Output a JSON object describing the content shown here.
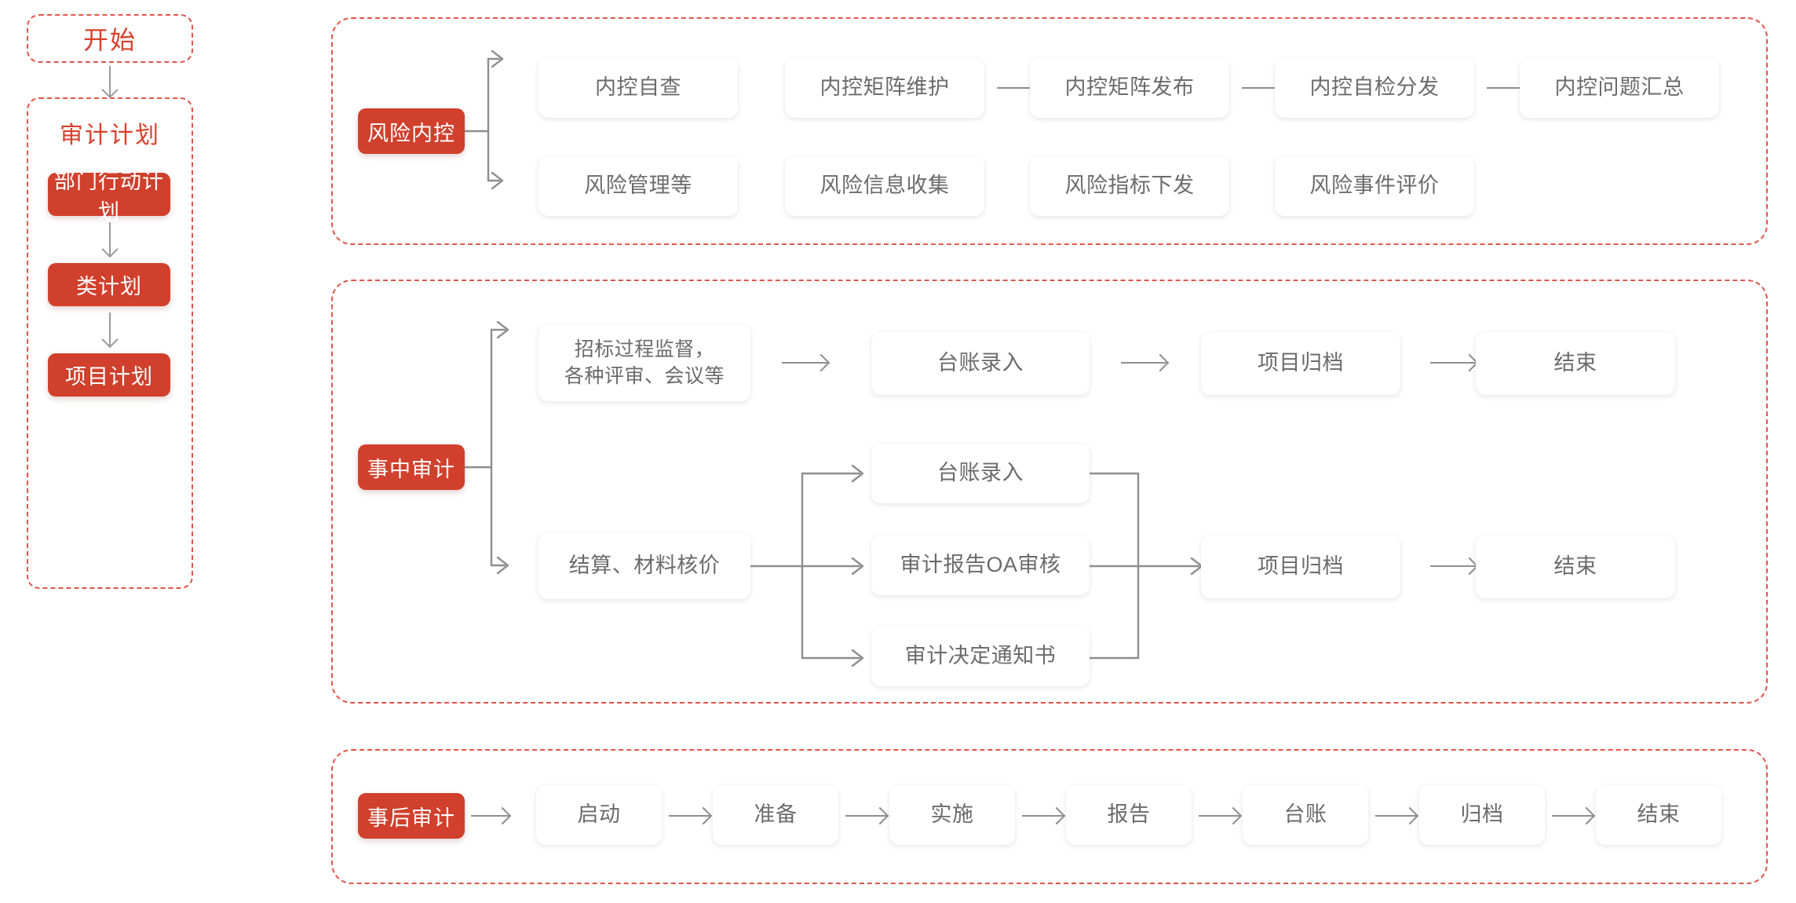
{
  "colors": {
    "accent_red": "#d0402d",
    "heading_red": "#d8402c",
    "dashed_border": "#e2554a",
    "node_text": "#6b6b6b",
    "connector": "#8e8e8e",
    "background": "#ffffff"
  },
  "left_column": {
    "start_box": {
      "label": "开始"
    },
    "plan_box": {
      "title": "审计计划",
      "steps": [
        {
          "label": "部门行动计划"
        },
        {
          "label": "类计划"
        },
        {
          "label": "项目计划"
        }
      ]
    }
  },
  "panels": [
    {
      "id": "risk-internal-control",
      "tag": "风险内控",
      "rows": [
        {
          "id": "row-internal-control",
          "nodes": [
            {
              "label": "内控自查"
            },
            {
              "label": "内控矩阵维护"
            },
            {
              "label": "内控矩阵发布"
            },
            {
              "label": "内控自检分发"
            },
            {
              "label": "内控问题汇总"
            }
          ]
        },
        {
          "id": "row-risk-management",
          "nodes": [
            {
              "label": "风险管理等"
            },
            {
              "label": "风险信息收集"
            },
            {
              "label": "风险指标下发"
            },
            {
              "label": "风险事件评价"
            }
          ]
        }
      ]
    },
    {
      "id": "during-audit",
      "tag": "事中审计",
      "branch_top": {
        "nodes": [
          {
            "label": "招标过程监督，\n各种评审、会议等"
          },
          {
            "label": "台账录入"
          },
          {
            "label": "项目归档"
          },
          {
            "label": "结束"
          }
        ]
      },
      "branch_bottom": {
        "source": {
          "label": "结算、材料核价"
        },
        "parallel": [
          {
            "label": "台账录入"
          },
          {
            "label": "审计报告OA审核"
          },
          {
            "label": "审计决定通知书"
          }
        ],
        "merge": [
          {
            "label": "项目归档"
          },
          {
            "label": "结束"
          }
        ]
      }
    },
    {
      "id": "post-audit",
      "tag": "事后审计",
      "nodes": [
        {
          "label": "启动"
        },
        {
          "label": "准备"
        },
        {
          "label": "实施"
        },
        {
          "label": "报告"
        },
        {
          "label": "台账"
        },
        {
          "label": "归档"
        },
        {
          "label": "结束"
        }
      ]
    }
  ]
}
